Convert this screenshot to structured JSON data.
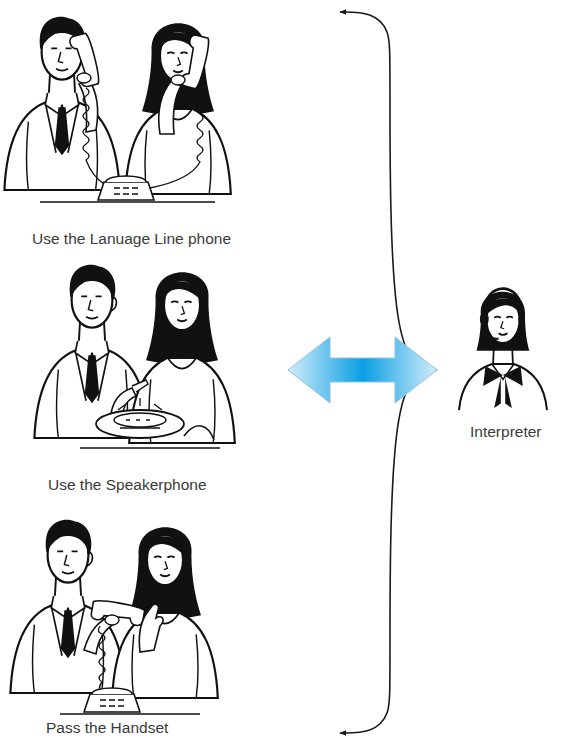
{
  "diagram": {
    "nodes": [
      {
        "text": [
          "Use the Lanuage Line phone"
        ]
      },
      {
        "text": [
          "Use the Speakerphone"
        ]
      },
      {
        "text": [
          "Pass the Handset"
        ]
      },
      {
        "text": [
          "Interpreter"
        ]
      }
    ],
    "edges": [
      {
        "from": 0,
        "to": 3,
        "arrow": "both"
      },
      {
        "from": 1,
        "to": 3,
        "arrow": "both"
      },
      {
        "from": 2,
        "to": 3,
        "arrow": "both"
      }
    ]
  }
}
